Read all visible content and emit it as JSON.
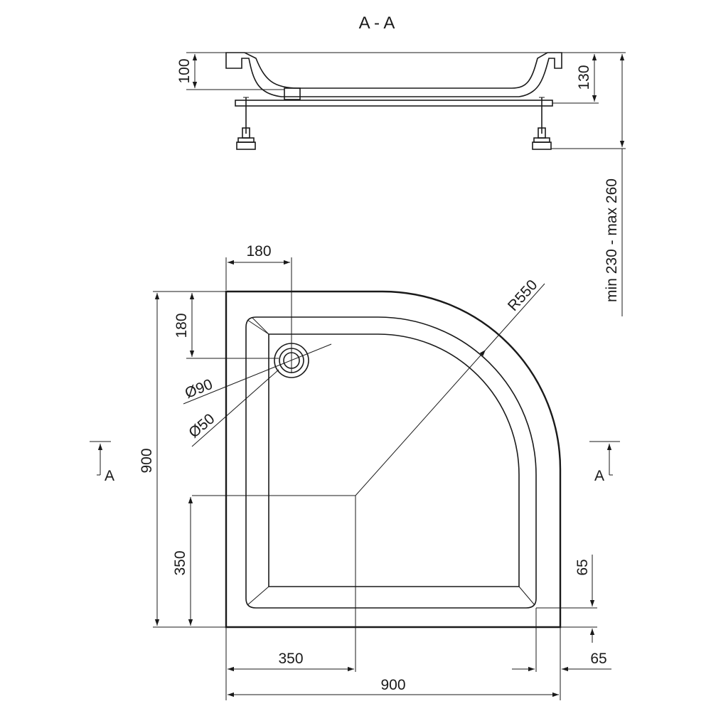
{
  "section_title": "A - A",
  "section_marks": {
    "left": "A",
    "right": "A"
  },
  "dimensions": {
    "rim_height": "100",
    "tray_height": "130",
    "leg_range": "min 230 - max 260",
    "drain_offset_x": "180",
    "drain_offset_y": "180",
    "outer_diameter": "Ø90",
    "inner_diameter": "Ø50",
    "radius": "R550",
    "total_depth": "900",
    "center_offset_y": "350",
    "center_offset_x": "350",
    "total_width": "900",
    "edge_offset_vertical": "65",
    "edge_offset_horizontal": "65"
  }
}
